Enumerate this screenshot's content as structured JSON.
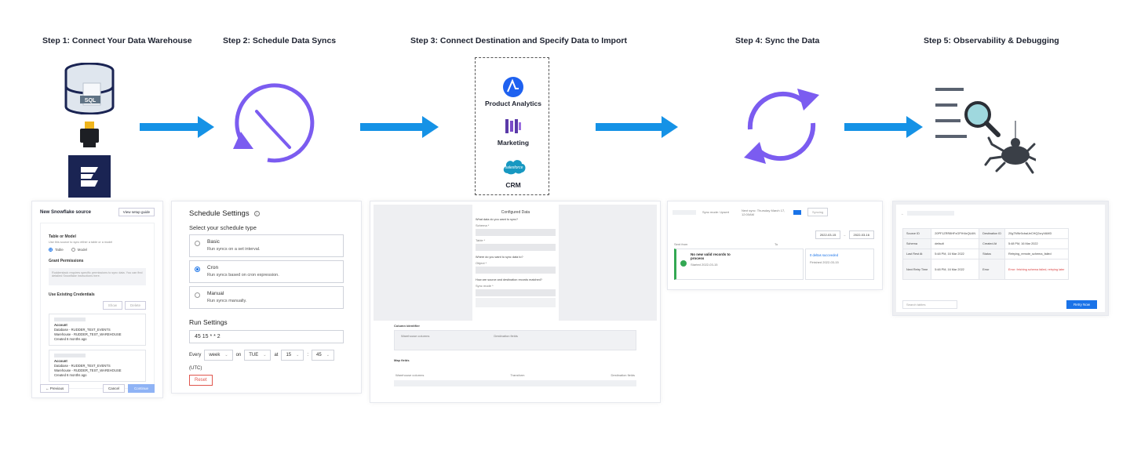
{
  "steps": [
    {
      "title": "Step 1: Connect Your Data Warehouse"
    },
    {
      "title": "Step 2: Schedule Data Syncs"
    },
    {
      "title": "Step 3: Connect Destination and Specify Data to Import"
    },
    {
      "title": "Step 4: Sync the Data"
    },
    {
      "title": "Step 5: Observability & Debugging"
    }
  ],
  "step1": {
    "db_label": "SQL",
    "card": {
      "title": "New Snowflake source",
      "guide_button": "View setup guide",
      "table_or_model": "Table or Model",
      "table_or_model_hint": "Use this source to sync either a table or a model",
      "radio_table": "Table",
      "radio_model": "Model",
      "grant_permissions": "Grant Permissions",
      "grant_text": "Rudderstack requires specific permissions to sync data. You can find detailed Snowflake instructions here.",
      "use_existing": "Use Existing Credentials",
      "filter_btns": [
        "Show",
        "Delete"
      ],
      "credentials": [
        {
          "account": "Account",
          "database": "Database - RUDDER_TEST_EVENTS",
          "warehouse": "Warehouse - RUDDER_TEST_WAREHOUSE",
          "created": "Created 6 months ago"
        },
        {
          "account": "Account",
          "database": "Database - RUDDER_TEST_EVENTS",
          "warehouse": "Warehouse - RUDDER_TEST_WAREHOUSE",
          "created": "Created 6 months ago"
        }
      ],
      "previous": "Previous",
      "cancel": "Cancel",
      "continue": "Continue"
    }
  },
  "step2": {
    "title": "Schedule Settings",
    "select_type": "Select your schedule type",
    "options": [
      {
        "title": "Basic",
        "desc": "Run syncs on a set interval.",
        "selected": false
      },
      {
        "title": "Cron",
        "desc": "Run syncs based on cron expression.",
        "selected": true
      },
      {
        "title": "Manual",
        "desc": "Run syncs manually.",
        "selected": false
      }
    ],
    "run_settings": "Run Settings",
    "cron_value": "45 15 * * 2",
    "every_label": "Every",
    "every_value": "week",
    "on_label": "on",
    "on_value": "TUE",
    "at_label": "at",
    "hour_value": "15",
    "colon": ":",
    "minute_value": "45",
    "utc": "(UTC)",
    "reset": "Reset"
  },
  "step3": {
    "destinations": [
      {
        "label": "Product Analytics",
        "icon": "amplitude-icon"
      },
      {
        "label": "Marketing",
        "icon": "braze-icon"
      },
      {
        "label": "CRM",
        "icon": "salesforce-icon"
      }
    ],
    "salesforce_text": "salesforce",
    "card": {
      "title": "Configured Data",
      "q1": "What data do you want to sync?",
      "f_schema": "Schema *",
      "f_table": "Table *",
      "q2": "Where do you want to sync data to?",
      "f_object": "Object *",
      "q3": "How are source and destination records matched?",
      "f_sync_mode": "Sync mode *",
      "column_identifier": "Column identifier",
      "warehouse_columns": "Warehouse columns",
      "destination_fields": "Destination fields",
      "map_fields": "Map fields",
      "wh_columns_2": "Warehouse columns",
      "transform": "Transform",
      "dest_fields_2": "Destination fields"
    }
  },
  "step4": {
    "card": {
      "sync_mode": "Sync mode: Upsert",
      "next_sync": "Next sync: Thursday March 17, 12:00AM",
      "syncing": "Syncing",
      "date_from": "2022-03-15",
      "date_to": "2022-03-16",
      "col_sent_from": "Sent from",
      "col_to": "To",
      "headline": "No new valid records to process",
      "headline_sub": "Started 2022-03-15",
      "result_link": "0 deltas succeeded",
      "result_sub": "Finished 2022-03-15"
    }
  },
  "step5": {
    "card": {
      "rows": [
        {
          "k1": "Source ID",
          "v1": "20PF1ZRR8HFxGPIH4xQU4N",
          "k2": "Destination ID",
          "v2": "20gTMNr0cbaUeCHQ2cryVAMD"
        },
        {
          "k1": "Schema",
          "v1": "default",
          "k2": "Created At",
          "v2": "5:48 PM, 16 Mar 2022"
        },
        {
          "k1": "Last Rest At",
          "v1": "5:48 PM, 16 Mar 2022",
          "k2": "Status",
          "v2": "Retrying_remote_schema_failed"
        },
        {
          "k1": "Next Retry Time",
          "v1": "5:48 PM, 16 Mar 2022",
          "k2": "Error",
          "v2": "Error: fetching schema failed, retrying later"
        }
      ],
      "search_placeholder": "Search tables",
      "retry": "Retry Now"
    }
  },
  "colors": {
    "arrow": "#1592e6",
    "icon_purple": "#7b5cf0",
    "magnifier_teal": "#9fd8de",
    "navy": "#1a2453",
    "salesforce_blue": "#1798c1",
    "amplitude_blue": "#1e61f0"
  }
}
